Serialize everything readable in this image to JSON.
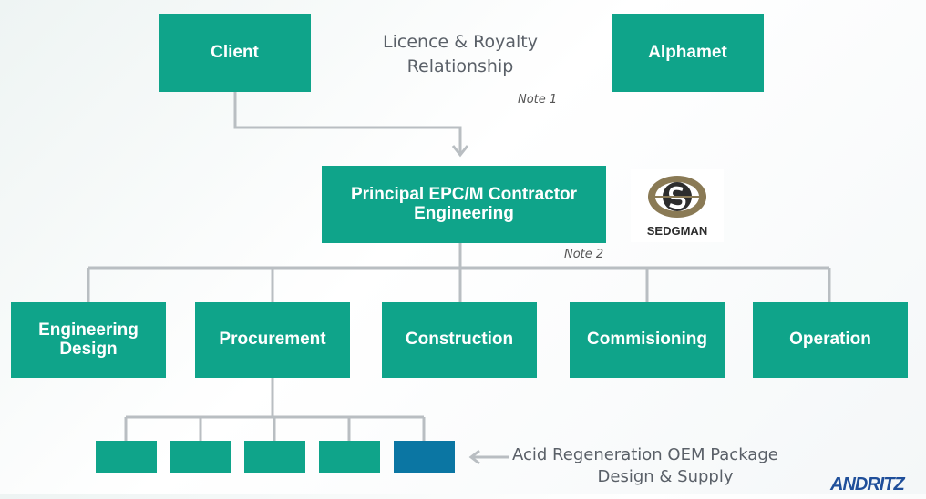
{
  "boxes": {
    "client": "Client",
    "alphamet": "Alphamet",
    "principal": "Principal EPC/M Contractor Engineering",
    "engineering_design": "Engineering Design",
    "procurement": "Procurement",
    "construction": "Construction",
    "commisioning": "Commisioning",
    "operation": "Operation"
  },
  "labels": {
    "licence": "Licence & Royalty Relationship",
    "note1": "Note 1",
    "note2": "Note 2",
    "acid_line1": "Acid Regeneration OEM Package",
    "acid_line2": "Design & Supply"
  },
  "logos": {
    "sedgman": "SEDGMAN",
    "andritz": "ANDRITZ"
  },
  "colors": {
    "box": "#0fa48a",
    "highlight_box": "#0b76a3",
    "line": "#b9bec2"
  }
}
